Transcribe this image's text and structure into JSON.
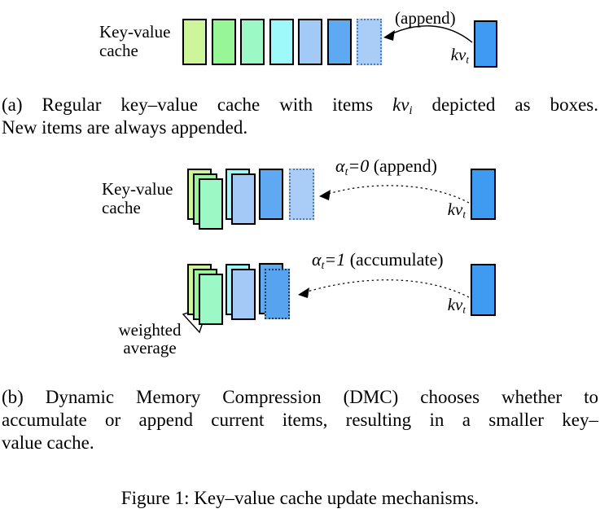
{
  "colors": {
    "yellow_green": "#cdf69b",
    "green": "#97f797",
    "mint": "#9cf8c4",
    "cyan": "#9efafa",
    "light_blue": "#a3caf6",
    "blue": "#5fa8f2",
    "kv_blue": "#3f9bf2",
    "dashed_fill": "#a9cdf7",
    "accumulate_fill": "#57a3f0",
    "dotted_border": "#4c7cb0",
    "accumulate_dot": "#1a3a5e",
    "box_border": "#000000"
  },
  "labels": {
    "kvt": [
      {
        "t": "kv",
        "i": true
      },
      {
        "t": "t",
        "i": true,
        "sub": true
      }
    ]
  },
  "panel_a": {
    "cache_label": "Key-value\ncache",
    "append_label": "(append)",
    "items": [
      {
        "color": "yellow_green"
      },
      {
        "color": "green"
      },
      {
        "color": "mint"
      },
      {
        "color": "cyan"
      },
      {
        "color": "light_blue"
      },
      {
        "color": "blue"
      },
      {
        "color": "dashed_fill",
        "style": "dotted"
      }
    ]
  },
  "caption_a": {
    "line1": [
      {
        "t": "(a) Regular key–value cache with items "
      },
      {
        "t": "kv",
        "i": true
      },
      {
        "t": "i",
        "i": true,
        "sub": true
      },
      {
        "t": " depicted as boxes."
      }
    ],
    "line2": "New items are always appended."
  },
  "panel_b": {
    "cache_label": "Key-value\ncache",
    "row1": {
      "alpha_label": [
        {
          "t": "α",
          "i": true
        },
        {
          "t": "t",
          "i": true,
          "sub": true
        },
        {
          "t": "=0",
          "i": true
        },
        {
          "t": " (append)"
        }
      ],
      "groups": [
        {
          "type": "stack",
          "colors": [
            "yellow_green",
            "green",
            "mint"
          ]
        },
        {
          "type": "stack",
          "colors": [
            "cyan",
            "light_blue"
          ]
        },
        {
          "type": "single",
          "color": "blue"
        },
        {
          "type": "dashed"
        }
      ]
    },
    "row2": {
      "alpha_label": [
        {
          "t": "α",
          "i": true
        },
        {
          "t": "t",
          "i": true,
          "sub": true
        },
        {
          "t": "=1",
          "i": true
        },
        {
          "t": " (accumulate)"
        }
      ],
      "groups": [
        {
          "type": "stack",
          "colors": [
            "yellow_green",
            "green",
            "mint"
          ]
        },
        {
          "type": "stack",
          "colors": [
            "cyan",
            "light_blue"
          ]
        },
        {
          "type": "accumulate"
        }
      ],
      "weighted_average": "weighted\naverage"
    }
  },
  "caption_b": {
    "line1": "(b) Dynamic Memory Compression (DMC) chooses whether to",
    "line2": "accumulate or append current items, resulting in a smaller key–",
    "line3": "value cache."
  },
  "figure_caption": "Figure 1: Key–value cache update mechanisms."
}
